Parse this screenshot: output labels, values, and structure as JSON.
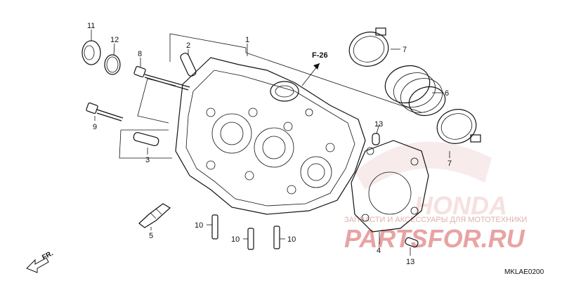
{
  "callouts": {
    "c1": "1",
    "c2": "2",
    "c3": "3",
    "c4": "4",
    "c5": "5",
    "c6": "6",
    "c7a": "7",
    "c7b": "7",
    "c8": "8",
    "c9": "9",
    "c10a": "10",
    "c10b": "10",
    "c10c": "10",
    "c11": "11",
    "c12": "12",
    "c13a": "13",
    "c13b": "13"
  },
  "reference": "F-26",
  "direction_label": "FR.",
  "diagram_code": "MKLAE0200",
  "watermark": {
    "brand": "HONDA",
    "tagline": "ЗАПЧАСТИ И АКСЕССУАРЫ ДЛЯ МОТОТЕХНИКИ",
    "site": "PARTSFOR.RU"
  }
}
